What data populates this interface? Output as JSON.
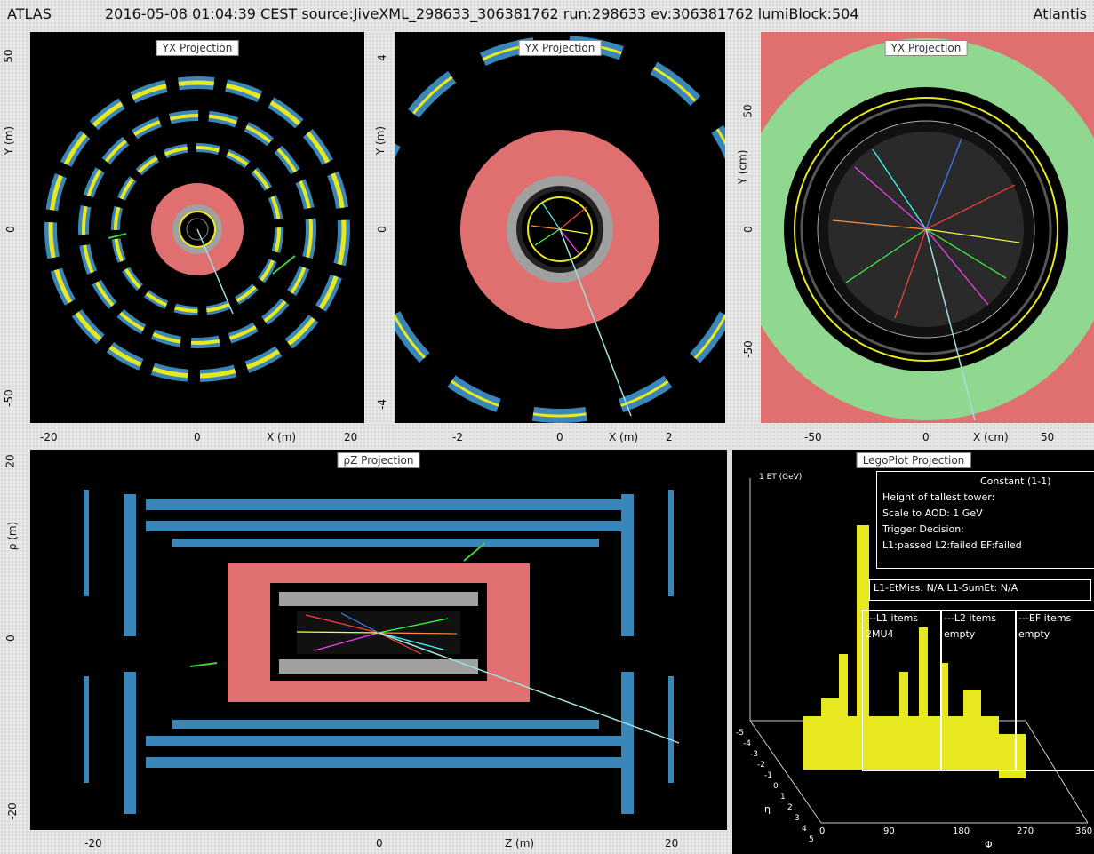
{
  "header": {
    "app": "ATLAS",
    "event": "2016-05-08 01:04:39 CEST source:JiveXML_298633_306381762 run:298633 ev:306381762 lumiBlock:504",
    "brand": "Atlantis"
  },
  "panels": {
    "yx1": {
      "title": "YX Projection",
      "xticks": [
        "-20",
        "0",
        "X (m)",
        "20"
      ],
      "yticks": [
        "50",
        "Y (m)",
        "0",
        "-50"
      ]
    },
    "yx2": {
      "title": "YX Projection",
      "xticks": [
        "-2",
        "0",
        "X (m)",
        "2"
      ],
      "yticks": [
        "4",
        "Y (m)",
        "0",
        "-4"
      ]
    },
    "yx3": {
      "title": "YX Projection",
      "xticks": [
        "-50",
        "0",
        "X (cm)",
        "50"
      ],
      "yticks": [
        "50",
        "Y (cm)",
        "0",
        "-50"
      ]
    },
    "rz": {
      "title": "ρZ Projection",
      "xticks": [
        "-20",
        "0",
        "Z (m)",
        "20"
      ],
      "yticks": [
        "20",
        "ρ (m)",
        "0",
        "-20"
      ]
    },
    "lego": {
      "title": "LegoPlot Projection",
      "et_label": "1 ET (GeV)",
      "info": {
        "constant": "Constant (1-1)",
        "height": "Height of tallest tower:",
        "scale": "Scale to AOD: 1 GeV",
        "trigger": "Trigger Decision:",
        "decision": "L1:passed L2:failed EF:failed"
      },
      "etmiss": "L1-EtMiss: N/A L1-SumEt: N/A",
      "items": {
        "l1_head": "---L1 items",
        "l1_val": "2MU4",
        "l2_head": "---L2 items",
        "l2_val": "empty",
        "ef_head": "---EF items",
        "ef_val": "empty"
      },
      "eta_label": "η",
      "eta_ticks": [
        "-5",
        "-4",
        "-3",
        "-2",
        "-1",
        "0",
        "1",
        "2",
        "3",
        "4",
        "5"
      ],
      "phi_label": "Φ",
      "phi_ticks": [
        "0",
        "90",
        "180",
        "270",
        "360"
      ]
    }
  },
  "colors": {
    "muon": "#3a86b8",
    "muon_yellow": "#e8e820",
    "lar": "#e07070",
    "tile": "#a0a0a0",
    "calo_green": "#90d890",
    "beam": "#9fe0e0"
  }
}
